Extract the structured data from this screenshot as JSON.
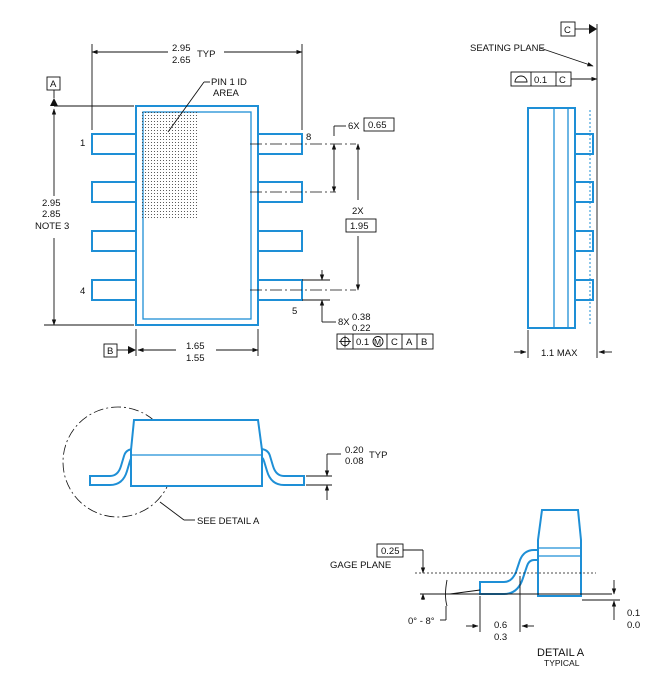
{
  "top_view": {
    "width_max": "2.95",
    "width_min": "2.65",
    "width_typ": "TYP",
    "pin1_id_line1": "PIN 1 ID",
    "pin1_id_line2": "AREA",
    "datum_a": "A",
    "datum_b": "B",
    "length_max": "2.95",
    "length_min": "2.85",
    "length_note": "NOTE 3",
    "pin_1": "1",
    "pin_4": "4",
    "pin_5": "5",
    "pin_8": "8",
    "pitch_count": "6X",
    "pitch_value": "0.65",
    "span_count": "2X",
    "span_value": "1.95",
    "lead_width_count": "8X",
    "lead_width_max": "0.38",
    "lead_width_min": "0.22",
    "body_width_max": "1.65",
    "body_width_min": "1.55",
    "fcf_tolerance": "0.1",
    "fcf_modifier": "M",
    "fcf_datum_c": "C",
    "fcf_datum_a": "A",
    "fcf_datum_b": "B"
  },
  "side_view": {
    "datum_c": "C",
    "seating_plane": "SEATING PLANE",
    "flatness_value": "0.1",
    "flatness_datum": "C",
    "height_max": "1.1 MAX"
  },
  "end_view": {
    "lead_thickness_max": "0.20",
    "lead_thickness_min": "0.08",
    "lead_thickness_typ": "TYP",
    "see_detail": "SEE DETAIL A"
  },
  "detail_a": {
    "gage_value": "0.25",
    "gage_plane": "GAGE PLANE",
    "angle": "0° - 8°",
    "foot_max": "0.6",
    "foot_min": "0.3",
    "standoff_max": "0.1",
    "standoff_min": "0.0",
    "title": "DETAIL A",
    "subtitle": "TYPICAL"
  }
}
